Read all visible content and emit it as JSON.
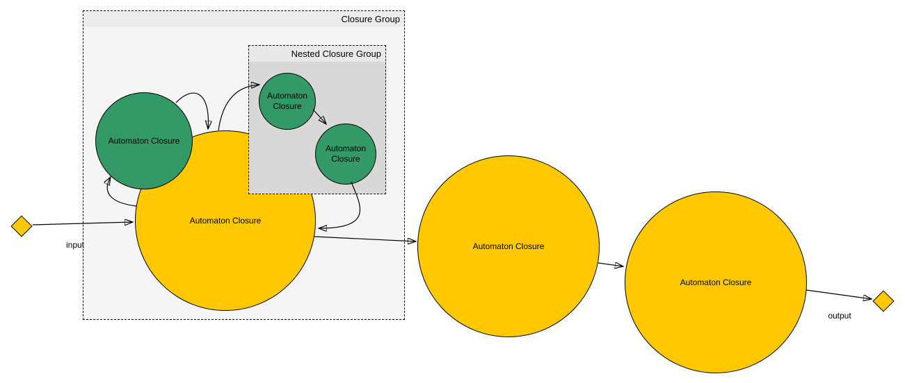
{
  "diagram": {
    "groups": {
      "outer": {
        "label": "Closure Group"
      },
      "nested": {
        "label": "Nested Closure Group"
      }
    },
    "nodes": {
      "main_green": {
        "label": "Automaton Closure",
        "shape": "circle",
        "color": "#339966"
      },
      "main_yellow": {
        "label": "Automaton Closure",
        "shape": "circle",
        "color": "#FFC800"
      },
      "nested_green_1": {
        "label": "Automaton Closure",
        "shape": "circle",
        "color": "#339966"
      },
      "nested_green_2": {
        "label": "Automaton Closure",
        "shape": "circle",
        "color": "#339966"
      },
      "chain_yellow_1": {
        "label": "Automaton Closure",
        "shape": "circle",
        "color": "#FFC800"
      },
      "chain_yellow_2": {
        "label": "Automaton Closure",
        "shape": "circle",
        "color": "#FFC800"
      },
      "input_terminal": {
        "shape": "diamond",
        "color": "#FFC800"
      },
      "output_terminal": {
        "shape": "diamond",
        "color": "#FFC800"
      }
    },
    "edges": [
      {
        "from": "input_terminal",
        "to": "main_yellow",
        "label": "input"
      },
      {
        "from": "main_green",
        "to": "main_yellow",
        "label": ""
      },
      {
        "from": "main_yellow",
        "to": "main_green",
        "label": ""
      },
      {
        "from": "main_yellow",
        "to": "nested_green_1",
        "label": ""
      },
      {
        "from": "nested_green_1",
        "to": "nested_green_2",
        "label": ""
      },
      {
        "from": "nested_green_2",
        "to": "main_yellow",
        "label": ""
      },
      {
        "from": "main_yellow",
        "to": "chain_yellow_1",
        "label": ""
      },
      {
        "from": "chain_yellow_1",
        "to": "chain_yellow_2",
        "label": ""
      },
      {
        "from": "chain_yellow_2",
        "to": "output_terminal",
        "label": "output"
      }
    ],
    "edge_labels": {
      "input": "input",
      "output": "output"
    },
    "colors": {
      "node_green": "#339966",
      "node_yellow": "#FFC800",
      "outer_group_header": "#ececec",
      "outer_group_body": "#f5f5f5",
      "nested_group_header": "#e9e9e9",
      "nested_group_body": "#d8d8d8",
      "stroke": "#000000",
      "background": "#ffffff"
    }
  }
}
